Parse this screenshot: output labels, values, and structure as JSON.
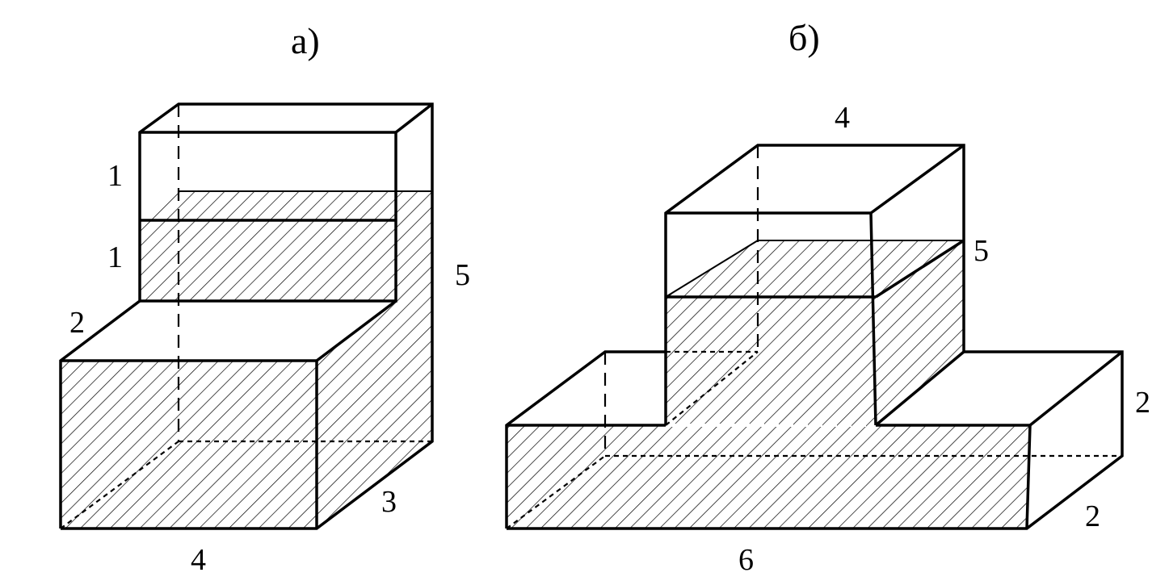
{
  "figures": [
    {
      "caption": "а)",
      "labels": {
        "top_height": "1",
        "water_height": "1",
        "step_width": "2",
        "total_height": "5",
        "depth": "3",
        "base_width": "4"
      }
    },
    {
      "caption": "б)",
      "labels": {
        "top_width": "4",
        "water_height": "5",
        "side_height": "2",
        "side_depth": "2",
        "base_length": "6"
      }
    }
  ]
}
